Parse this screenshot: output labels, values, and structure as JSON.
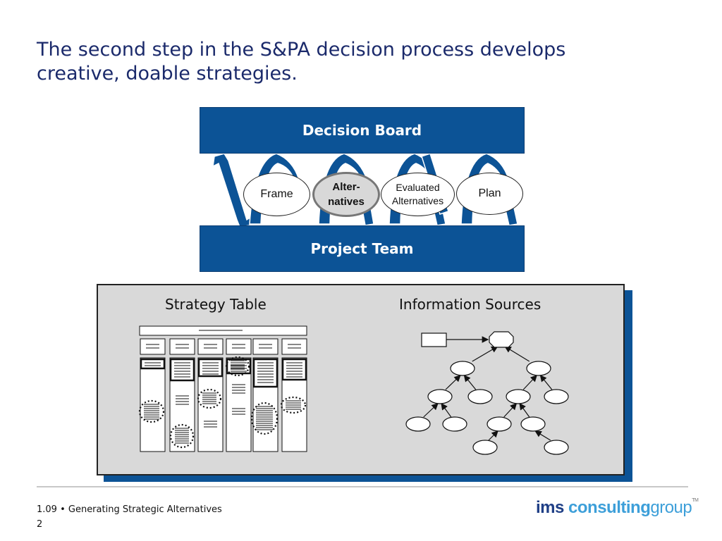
{
  "slide": {
    "title_line1": "The second step in the S&PA decision process develops",
    "title_line2": "creative, doable strategies."
  },
  "diagram": {
    "top_band": "Decision Board",
    "bottom_band": "Project Team",
    "steps": [
      {
        "label": "Frame",
        "active": false
      },
      {
        "label_line1": "Alter-",
        "label_line2": "natives",
        "active": true
      },
      {
        "label_line1": "Evaluated",
        "label_line2": "Alternatives",
        "active": false
      },
      {
        "label": "Plan",
        "active": false
      }
    ]
  },
  "panel": {
    "left_label": "Strategy Table",
    "right_label": "Information Sources"
  },
  "footer": {
    "section": "1.09 • Generating Strategic Alternatives",
    "page": "2"
  },
  "logo": {
    "part1": "ims",
    "part2": "consulting",
    "part3": "group",
    "tm": "TM"
  },
  "colors": {
    "band_blue": "#0c5396",
    "title_navy": "#1b2a6b",
    "panel_gray": "#d9d9d9",
    "logo_navy": "#1f3f86",
    "logo_light_blue": "#3d9fd9"
  }
}
